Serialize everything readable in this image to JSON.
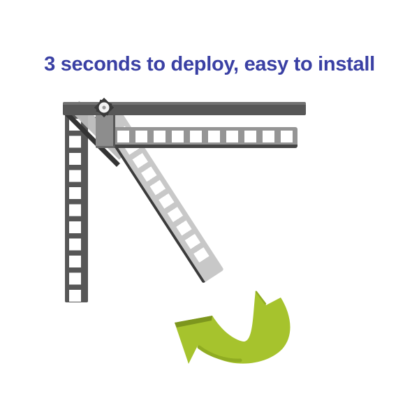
{
  "title": {
    "text": "3 seconds to deploy, easy to install",
    "color": "#3a40a4"
  },
  "graphic": {
    "bracket": {
      "description": "wall-mount folding bracket shown with support arm deployed",
      "colors": {
        "dark_rail": "#575757",
        "support_bar": "#959595",
        "folding_arm": "#c8c8c8",
        "edge_shadow": "#3b3b3b",
        "hinge_plate": "#8d8d8d"
      }
    },
    "arrow": {
      "direction": "counterclockwise-fold",
      "fill": "#a6c32d",
      "shade": "#7d961e",
      "shadow": "#90ac22"
    }
  }
}
